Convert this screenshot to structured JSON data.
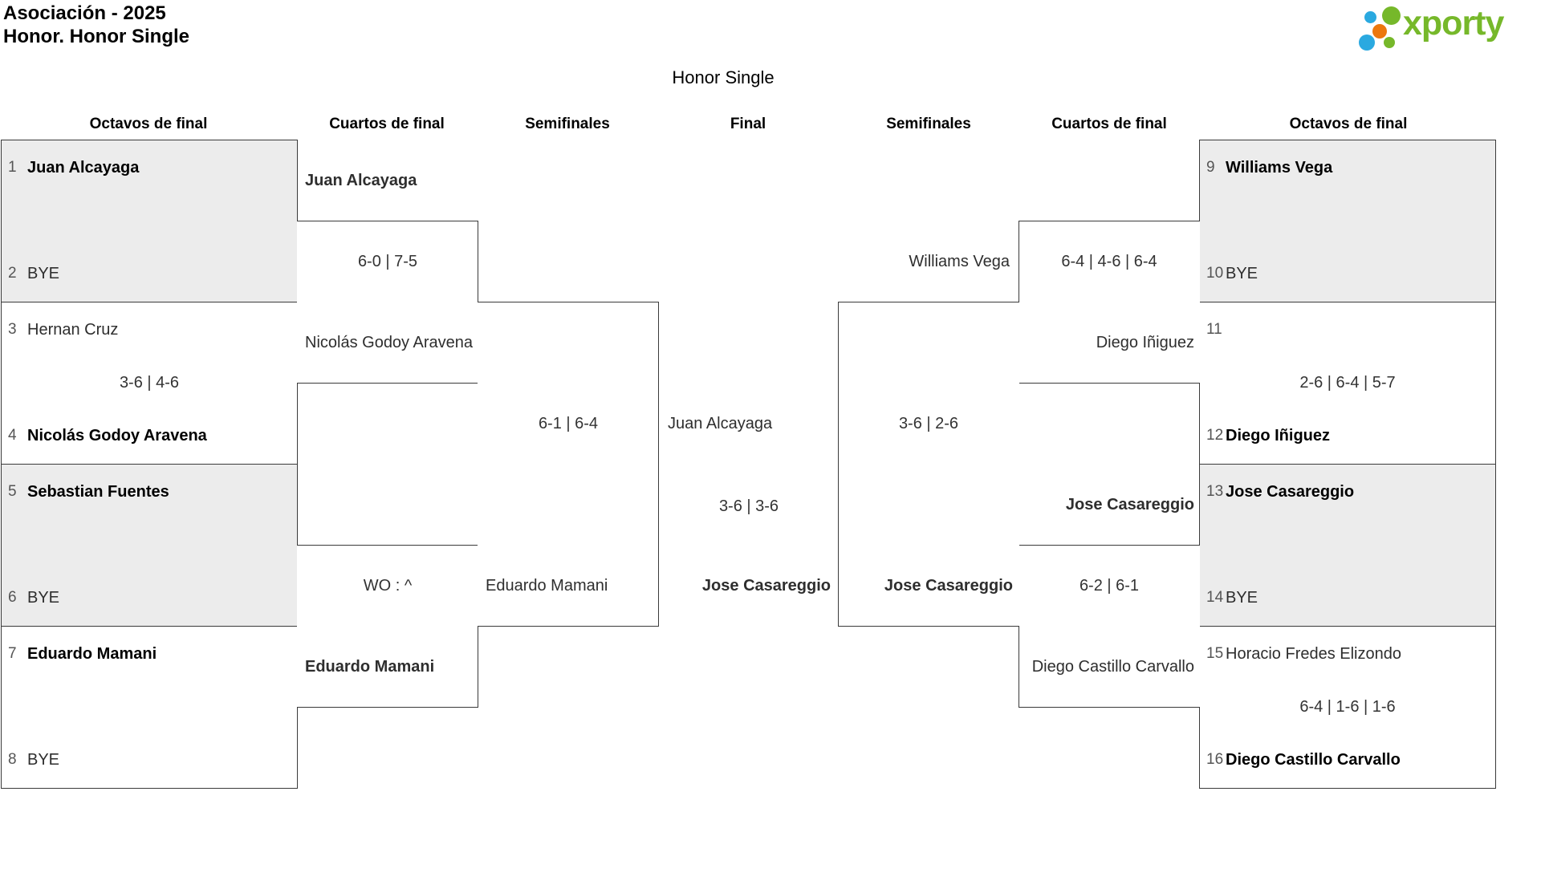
{
  "header": {
    "title_line1": "Asociación - 2025",
    "title_line2": "Honor. Honor Single",
    "bracket_title": "Honor Single"
  },
  "logo": {
    "text": "xporty"
  },
  "colors": {
    "accent_green": "#76b82a",
    "accent_blue": "#2aa9e0",
    "accent_orange": "#ec770d",
    "box_border": "#3a3a3a",
    "box_gray": "#ececec"
  },
  "round_headers": [
    "Octavos de final",
    "Cuartos de final",
    "Semifinales",
    "Final",
    "Semifinales",
    "Cuartos de final",
    "Octavos de final"
  ],
  "bracket": {
    "r16_left": [
      {
        "seed": "1",
        "name": "Juan Alcayaga"
      },
      {
        "seed": "2",
        "name": "BYE"
      },
      {
        "seed": "3",
        "name": "Hernan Cruz"
      },
      {
        "seed": "4",
        "name": "Nicolás Godoy Aravena"
      },
      {
        "seed": "5",
        "name": "Sebastian Fuentes"
      },
      {
        "seed": "6",
        "name": "BYE"
      },
      {
        "seed": "7",
        "name": "Eduardo Mamani"
      },
      {
        "seed": "8",
        "name": "BYE"
      }
    ],
    "r16_right": [
      {
        "seed": "9",
        "name": "Williams Vega"
      },
      {
        "seed": "10",
        "name": "BYE"
      },
      {
        "seed": "11",
        "name": ""
      },
      {
        "seed": "12",
        "name": "Diego Iñiguez"
      },
      {
        "seed": "13",
        "name": "Jose Casareggio"
      },
      {
        "seed": "14",
        "name": "BYE"
      },
      {
        "seed": "15",
        "name": "Horacio Fredes Elizondo"
      },
      {
        "seed": "16",
        "name": "Diego Castillo Carvallo"
      }
    ],
    "r16_scores": {
      "match_3_4": "3-6 | 4-6",
      "match_11_12": "2-6 | 6-4 | 5-7",
      "match_15_16": "6-4 | 1-6 | 1-6"
    },
    "qf_left": {
      "top_winner": "Juan Alcayaga",
      "top_score": "6-0 | 7-5",
      "top_loser": "Nicolás Godoy Aravena",
      "bottom_score": "WO : ^",
      "bottom_winner": "Eduardo Mamani"
    },
    "sf_left": {
      "score": "6-1 | 6-4",
      "bottom_player": "Eduardo Mamani"
    },
    "final": {
      "left_finalist": "Juan Alcayaga",
      "score": "3-6 | 3-6",
      "champion": "Jose Casareggio"
    },
    "sf_right": {
      "top_player": "Williams Vega",
      "score": "3-6 | 2-6",
      "winner": "Jose Casareggio"
    },
    "qf_right": {
      "top_score": "6-4 | 4-6 | 6-4",
      "top_loser": "Diego Iñiguez",
      "bottom_winner": "Jose Casareggio",
      "bottom_score": "6-2 | 6-1",
      "bottom_loser": "Diego Castillo Carvallo"
    }
  }
}
